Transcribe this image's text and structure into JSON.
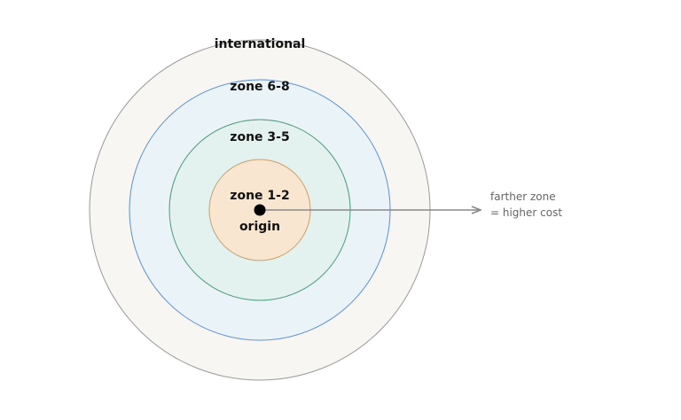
{
  "zones": [
    {
      "id": "international",
      "label": "international",
      "fill": "#f7f6f3",
      "stroke": "#9a9a9a"
    },
    {
      "id": "zone-6-8",
      "label": "zone 6-8",
      "fill": "#eaf3f7",
      "stroke": "#5b8fd6"
    },
    {
      "id": "zone-3-5",
      "label": "zone 3-5",
      "fill": "#e3f2ee",
      "stroke": "#4f9a7e"
    },
    {
      "id": "zone-1-2",
      "label": "zone 1-2",
      "fill": "#f8e6d0",
      "stroke": "#c9a06e"
    }
  ],
  "origin": {
    "label": "origin",
    "color": "#000000"
  },
  "arrow": {
    "color": "#8a8a8a",
    "note_line1": "farther zone",
    "note_line2": "= higher cost"
  }
}
